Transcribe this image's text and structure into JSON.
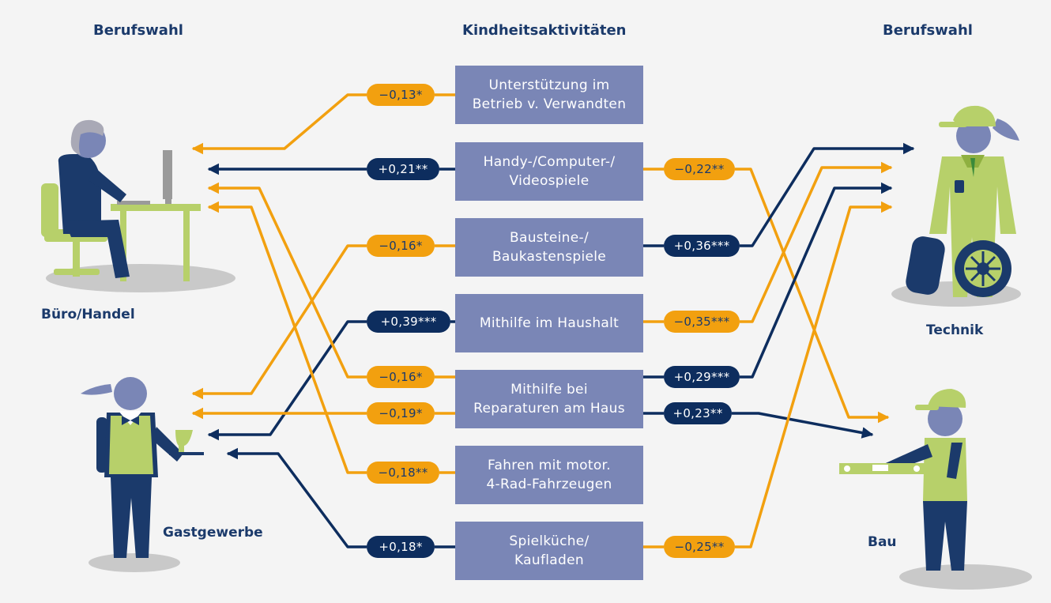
{
  "headings": {
    "left": "Berufswahl",
    "center": "Kindheitsaktivitäten",
    "right": "Berufswahl"
  },
  "occupations": {
    "office": "Büro/Handel",
    "hospitality": "Gastgewerbe",
    "technology": "Technik",
    "construction": "Bau"
  },
  "activities": [
    "Unterstützung im\nBetrieb v. Verwandten",
    "Handy-/Computer-/\nVideospiele",
    "Bausteine-/\nBaukastenspiele",
    "Mithilfe im Haushalt",
    "Mithilfe bei\nReparaturen am Haus",
    "Fahren mit motor.\n4-Rad-Fahrzeugen",
    "Spielküche/\nKaufladen"
  ],
  "coefficients": {
    "left": [
      {
        "activity": 0,
        "value": "−0,13*",
        "sign": "negative",
        "target": "Büro/Handel"
      },
      {
        "activity": 1,
        "value": "+0,21**",
        "sign": "positive",
        "target": "Büro/Handel"
      },
      {
        "activity": 2,
        "value": "−0,16*",
        "sign": "negative",
        "target": "Gastgewerbe"
      },
      {
        "activity": 3,
        "value": "+0,39***",
        "sign": "positive",
        "target": "Gastgewerbe"
      },
      {
        "activity": 4,
        "value": "−0,16*",
        "sign": "negative",
        "target": "Büro/Handel"
      },
      {
        "activity": 4,
        "value": "−0,19*",
        "sign": "negative",
        "target": "Gastgewerbe"
      },
      {
        "activity": 5,
        "value": "−0,18**",
        "sign": "negative",
        "target": "Büro/Handel"
      },
      {
        "activity": 6,
        "value": "+0,18*",
        "sign": "positive",
        "target": "Gastgewerbe"
      }
    ],
    "right": [
      {
        "activity": 1,
        "value": "−0,22**",
        "sign": "negative",
        "target": "Bau"
      },
      {
        "activity": 2,
        "value": "+0,36***",
        "sign": "positive",
        "target": "Technik"
      },
      {
        "activity": 3,
        "value": "−0,35***",
        "sign": "negative",
        "target": "Technik"
      },
      {
        "activity": 4,
        "value": "+0,29***",
        "sign": "positive",
        "target": "Technik"
      },
      {
        "activity": 4,
        "value": "+0,23**",
        "sign": "positive",
        "target": "Bau"
      },
      {
        "activity": 6,
        "value": "−0,25**",
        "sign": "negative",
        "target": "Technik"
      }
    ]
  },
  "colors": {
    "positive": "#0d2d5e",
    "negative": "#f2a00f",
    "activity_box": "#7a86b6",
    "heading": "#1b3a6b",
    "figure_green": "#b7d06a",
    "figure_navy": "#1b3a6b",
    "figure_slate": "#6e7fb3",
    "shadow": "#c9c9c9"
  },
  "icons": [
    "office-worker-icon",
    "waitress-icon",
    "mechanic-icon",
    "construction-worker-icon"
  ]
}
